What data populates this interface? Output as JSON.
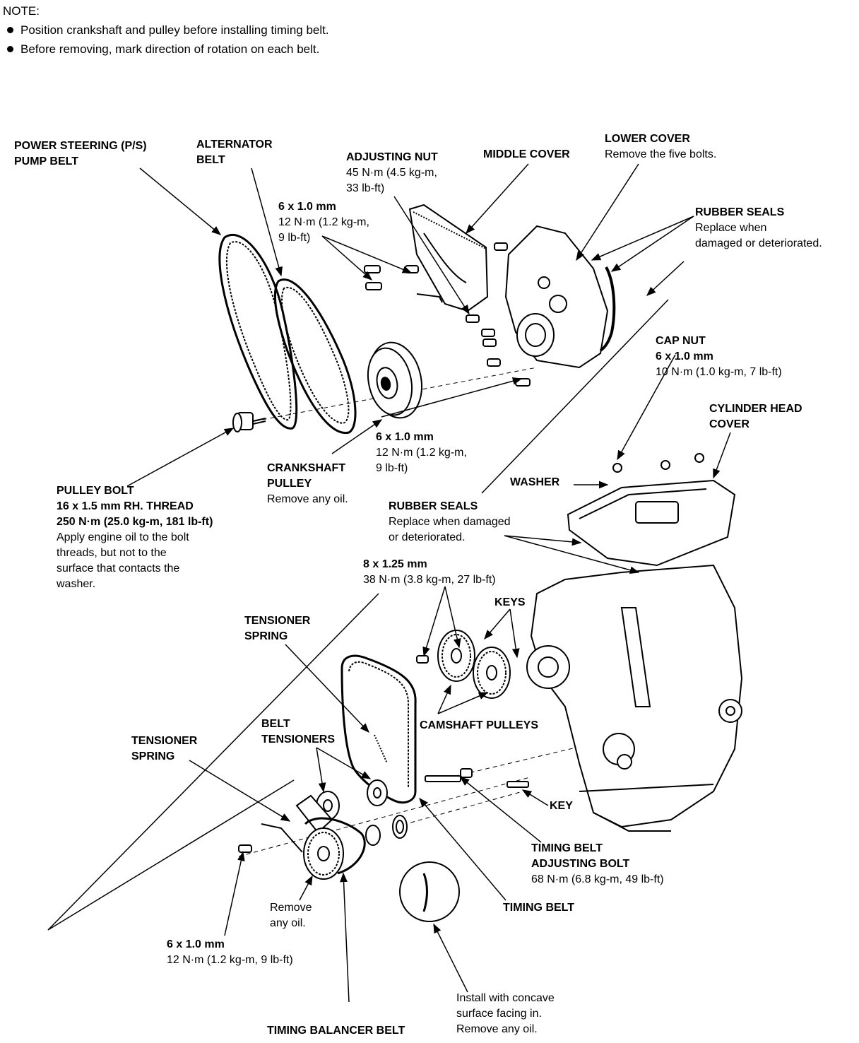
{
  "note": {
    "heading": "NOTE:",
    "items": [
      "Position crankshaft and pulley before installing timing belt.",
      "Before removing, mark direction of rotation on each belt."
    ]
  },
  "labels": {
    "ps_belt": {
      "line1": "POWER STEERING (P/S)",
      "line2": "PUMP BELT"
    },
    "alt_belt": {
      "line1": "ALTERNATOR",
      "line2": "BELT"
    },
    "adjusting_nut": {
      "title": "ADJUSTING NUT",
      "line1": "45 N·m (4.5 kg-m,",
      "line2": "33 lb-ft)"
    },
    "middle_cover": "MIDDLE COVER",
    "lower_cover": {
      "title": "LOWER COVER",
      "line1": "Remove the five bolts."
    },
    "bolt_6x1_top": {
      "title": "6 x 1.0 mm",
      "line1": "12 N·m (1.2 kg-m,",
      "line2": "9 lb-ft)"
    },
    "rubber_seals_top": {
      "title": "RUBBER SEALS",
      "line1": "Replace when",
      "line2": "damaged or deteriorated."
    },
    "cap_nut": {
      "title": "CAP NUT",
      "line1": "6 x 1.0 mm",
      "line2": "10 N·m (1.0 kg-m, 7 lb-ft)"
    },
    "cyl_head_cover": {
      "line1": "CYLINDER HEAD",
      "line2": "COVER"
    },
    "washer": "WASHER",
    "bolt_6x1_mid": {
      "title": "6 x 1.0 mm",
      "line1": "12 N·m (1.2 kg-m,",
      "line2": "9 lb-ft)"
    },
    "crankshaft_pulley": {
      "line1": "CRANKSHAFT",
      "line2": "PULLEY",
      "line3": "Remove any oil."
    },
    "pulley_bolt": {
      "title": "PULLEY BOLT",
      "line1": "16 x 1.5 mm RH. THREAD",
      "line2": "250 N·m (25.0 kg-m, 181 lb-ft)",
      "line3": "Apply engine oil to the bolt",
      "line4": "threads, but not to the",
      "line5": "surface that contacts the",
      "line6": "washer."
    },
    "rubber_seals_mid": {
      "title": "RUBBER SEALS",
      "line1": "Replace when damaged",
      "line2": "or deteriorated."
    },
    "bolt_8x125": {
      "title": "8 x 1.25 mm",
      "line1": "38 N·m (3.8 kg-m, 27 lb-ft)"
    },
    "keys": "KEYS",
    "tensioner_spring_1": {
      "line1": "TENSIONER",
      "line2": "SPRING"
    },
    "belt_tensioners": {
      "line1": "BELT",
      "line2": "TENSIONERS"
    },
    "camshaft_pulleys": "CAMSHAFT PULLEYS",
    "tensioner_spring_2": {
      "line1": "TENSIONER",
      "line2": "SPRING"
    },
    "key": "KEY",
    "tb_adjusting_bolt": {
      "line1": "TIMING BELT",
      "line2": "ADJUSTING BOLT",
      "line3": "68 N·m (6.8 kg-m, 49 lb-ft)"
    },
    "remove_oil": {
      "line1": "Remove",
      "line2": "any oil."
    },
    "timing_belt": "TIMING BELT",
    "bolt_6x1_bottom": {
      "title": "6 x 1.0 mm",
      "line1": "12 N·m (1.2 kg-m, 9 lb-ft)"
    },
    "concave": {
      "line1": "Install with concave",
      "line2": "surface facing in.",
      "line3": "Remove any oil."
    },
    "balancer_belt": "TIMING BALANCER BELT"
  }
}
